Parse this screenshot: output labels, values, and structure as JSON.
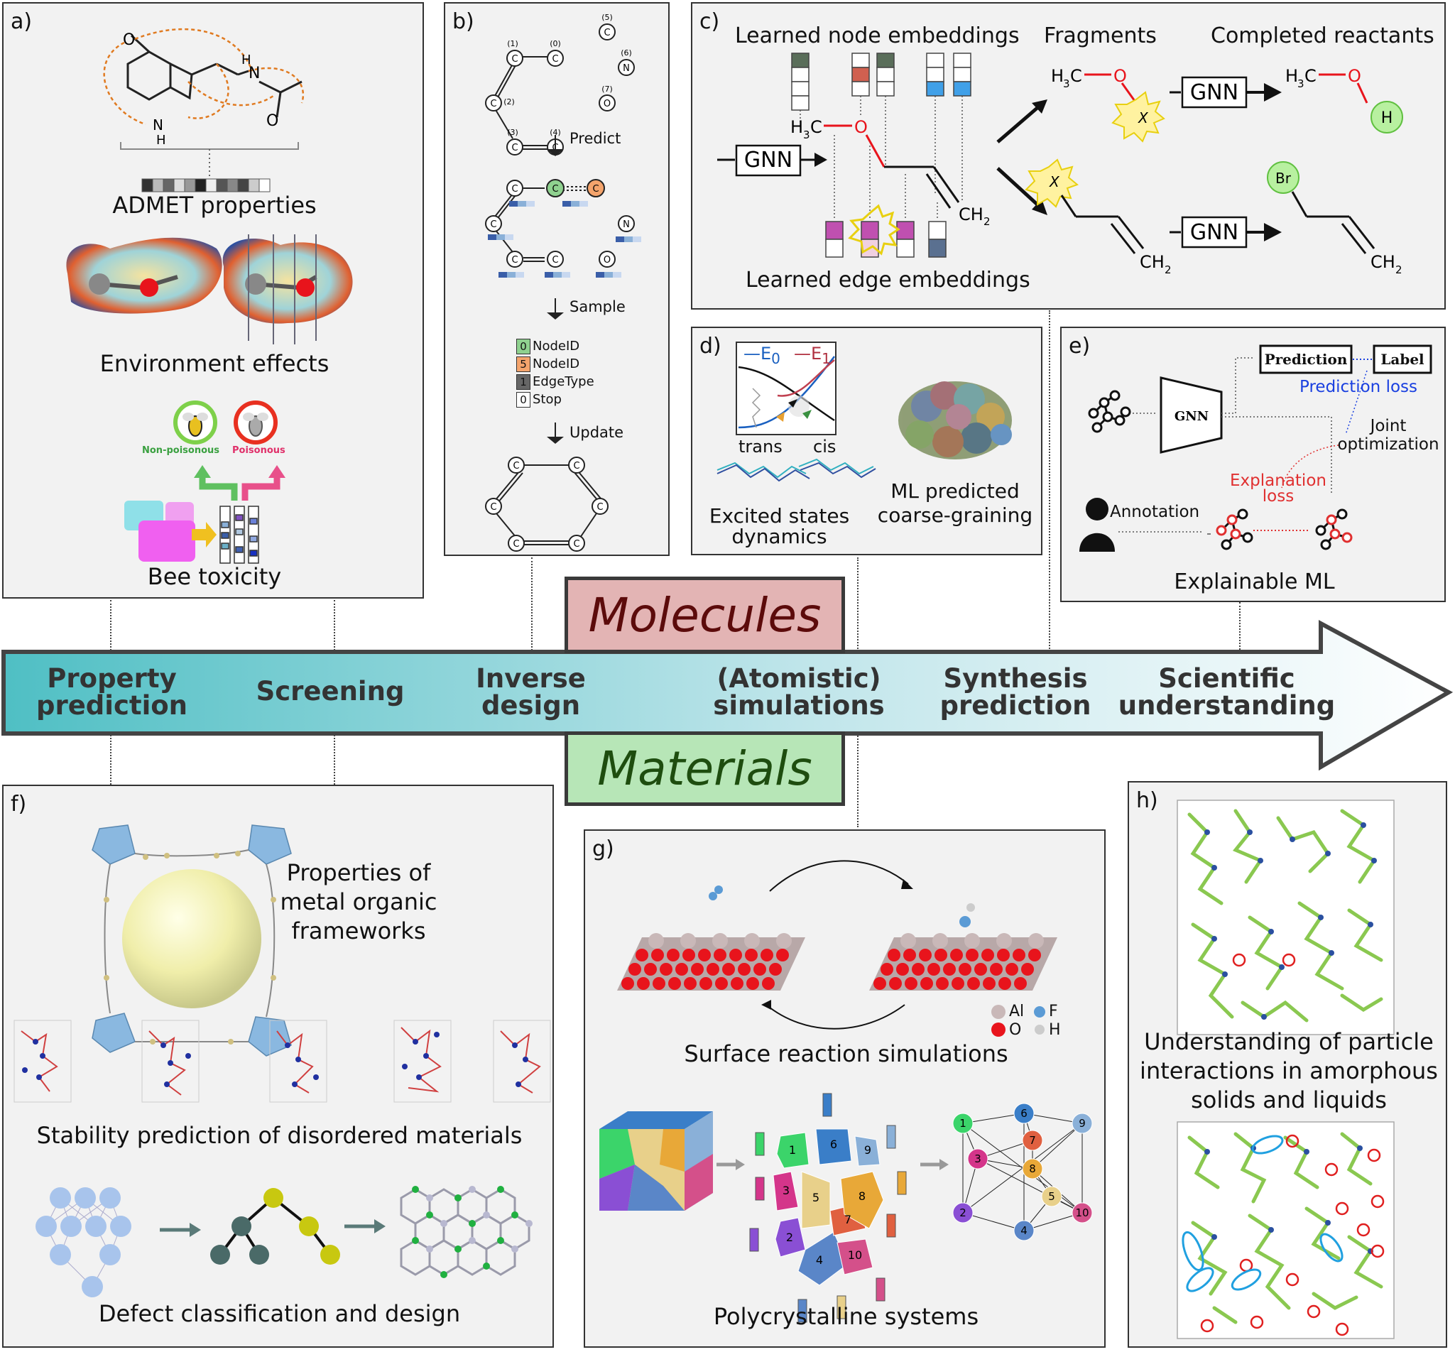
{
  "panels": {
    "a": {
      "label": "a)",
      "admet": "ADMET properties",
      "environment": "Environment effects",
      "non_poisonous": "Non-poisonous",
      "poisonous": "Poisonous",
      "bee": "Bee toxicity"
    },
    "b": {
      "label": "b)",
      "predict": "Predict",
      "sample": "Sample",
      "update": "Update",
      "legend": [
        {
          "v": "0",
          "t": "NodeID",
          "color": "#8fd18f"
        },
        {
          "v": "5",
          "t": "NodeID",
          "color": "#f4a46c"
        },
        {
          "v": "1",
          "t": "EdgeType",
          "color": "#666666"
        },
        {
          "v": "0",
          "t": "Stop",
          "color": "#ffffff"
        }
      ],
      "atoms": {
        "c": "C",
        "n": "N",
        "o": "O"
      },
      "indices": [
        "(1)",
        "(0)",
        "(5)",
        "(6)",
        "(2)",
        "(3)",
        "(4)",
        "(7)"
      ]
    },
    "c": {
      "label": "c)",
      "node_emb": "Learned node embeddings",
      "fragments": "Fragments",
      "completed": "Completed reactants",
      "edge_emb": "Learned edge embeddings",
      "gnn": "GNN",
      "x": "X"
    },
    "d": {
      "label": "d)",
      "e0": "E",
      "e0_sub": "0",
      "e1": "E",
      "e1_sub": "1",
      "trans": "trans",
      "cis": "cis",
      "excited_1": "Excited states",
      "excited_2": "dynamics",
      "ml_1": "ML predicted",
      "ml_2": "coarse-graining"
    },
    "e": {
      "label": "e)",
      "prediction": "Prediction",
      "label_box": "Label",
      "gnn": "GNN",
      "prediction_loss": "Prediction loss",
      "joint_1": "Joint",
      "joint_2": "optimization",
      "expl_1": "Explanation",
      "expl_2": "loss",
      "annotation": "Annotation",
      "title": "Explainable ML"
    },
    "f": {
      "label": "f)",
      "mof_1": "Properties of",
      "mof_2": "metal organic",
      "mof_3": "frameworks",
      "stability": "Stability prediction of disordered materials",
      "defect": "Defect classification and design"
    },
    "g": {
      "label": "g)",
      "surface": "Surface reaction simulations",
      "poly": "Polycrystalline systems",
      "legend": [
        {
          "el": "Al",
          "color": "#c9b8b8"
        },
        {
          "el": "F",
          "color": "#5b9bd5"
        },
        {
          "el": "O",
          "color": "#e8141c"
        },
        {
          "el": "H",
          "color": "#dddddd"
        }
      ],
      "grains": [
        "1",
        "2",
        "3",
        "4",
        "5",
        "6",
        "7",
        "8",
        "9",
        "10"
      ]
    },
    "h": {
      "label": "h)",
      "line_1": "Understanding of particle",
      "line_2": "interactions in amorphous",
      "line_3": "solids and liquids"
    }
  },
  "banner": {
    "molecules": "Molecules",
    "materials": "Materials"
  },
  "stages": [
    {
      "line1": "Property",
      "line2": "prediction"
    },
    {
      "line1": "Screening",
      "line2": ""
    },
    {
      "line1": "Inverse",
      "line2": "design"
    },
    {
      "line1": "(Atomistic)",
      "line2": "simulations"
    },
    {
      "line1": "Synthesis",
      "line2": "prediction"
    },
    {
      "line1": "Scientific",
      "line2": "understanding"
    }
  ],
  "colors": {
    "arrow_start": "#4fbfc4",
    "arrow_end": "#ffffff",
    "molecules_bg": "#e3b4b4",
    "molecules_text": "#5c0b0b",
    "materials_bg": "#b7e6b7",
    "materials_text": "#1e4d0f",
    "oxygen": "#e8141c",
    "grain_colors": [
      "#3bd46a",
      "#8a4fd4",
      "#d4358a",
      "#5a86c8",
      "#e8d08a",
      "#3a7ec8",
      "#e06040",
      "#e8a838",
      "#8ab0d8",
      "#d4508a"
    ]
  }
}
